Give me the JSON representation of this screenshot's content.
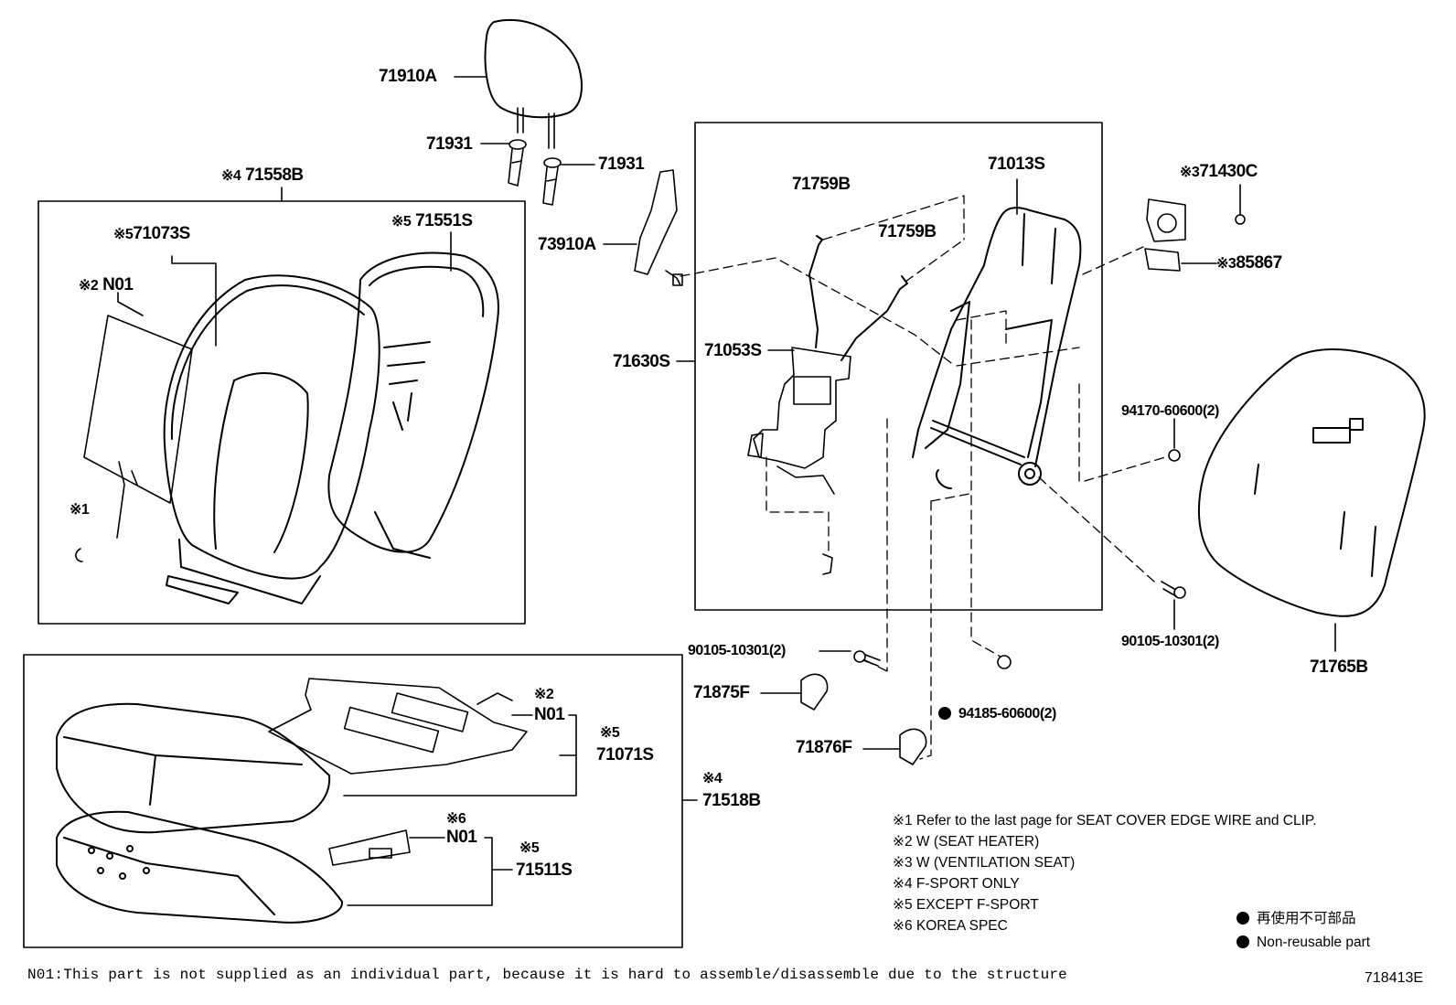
{
  "parts": {
    "headrest": "71910A",
    "support_left": "71931",
    "support_right": "71931",
    "back_assy_fsport": "71558B",
    "back_assy_fsport_mark": "※4",
    "back_cover": "71073S",
    "back_cover_mark": "※5",
    "back_heater": "N01",
    "back_heater_mark": "※2",
    "back_pad": "71551S",
    "back_pad_mark": "※5",
    "edge_wire_mark": "※1",
    "shield": "73910A",
    "frame_sub_assy": "71630S",
    "spring_wire_left": "71759B",
    "spring_wire_right": "71759B",
    "lumbar": "71053S",
    "back_frame": "71013S",
    "blower": "71430C",
    "blower_mark": "※3",
    "sensor": "85867",
    "sensor_mark": "※3",
    "nut_a": "94170-60600(2)",
    "bolt_right": "90105-10301(2)",
    "back_board": "71765B",
    "bolt_left": "90105-10301(2)",
    "cover_a": "71875F",
    "cover_b": "71876F",
    "nut_b": "94185-60600(2)",
    "cushion_heater": "N01",
    "cushion_heater_mark": "※2",
    "cushion_cover": "71071S",
    "cushion_cover_mark": "※5",
    "cushion_assy": "71518B",
    "cushion_assy_mark": "※4",
    "cushion_vent": "N01",
    "cushion_vent_mark": "※6",
    "cushion_pad": "71511S",
    "cushion_pad_mark": "※5"
  },
  "notes": [
    "※1  Refer to the last page for SEAT COVER EDGE WIRE and CLIP.",
    "※2  W (SEAT  HEATER)",
    "※3  W (VENTILATION  SEAT)",
    "※4  F-SPORT  ONLY",
    "※5  EXCEPT  F-SPORT",
    "※6  KOREA SPEC"
  ],
  "legend": {
    "jp": "再使用不可部品",
    "en": "Non-reusable part"
  },
  "footnote": "N01:This part is not supplied as an individual part, because it is hard to assemble/disassemble due to the structure",
  "diagram_id": "718413E"
}
